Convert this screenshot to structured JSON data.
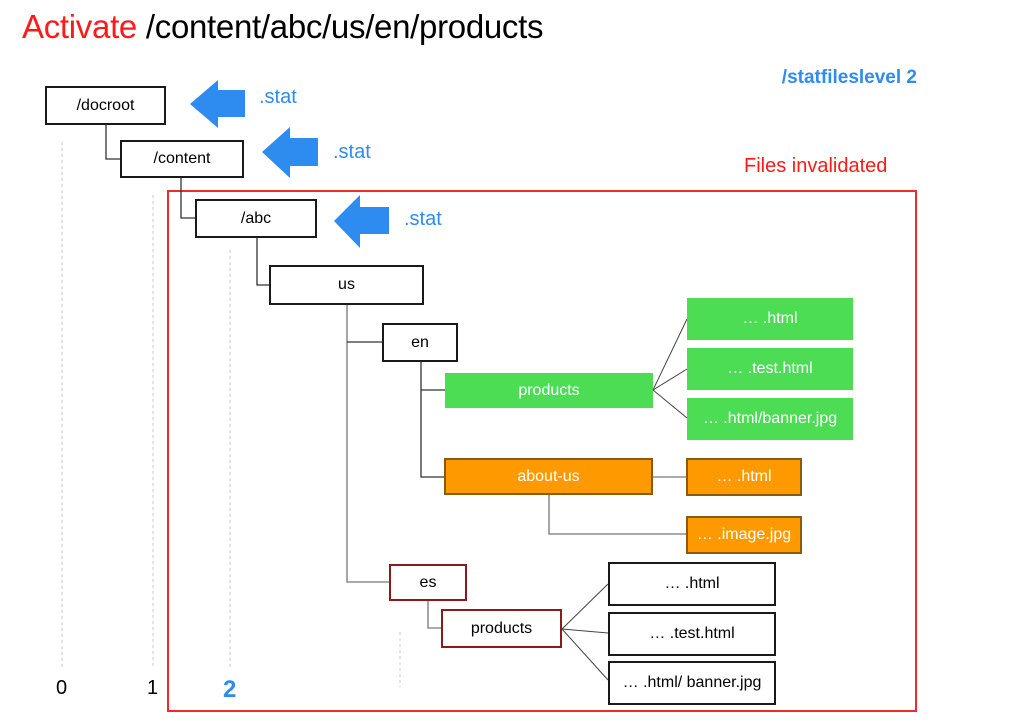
{
  "title": {
    "action": "Activate",
    "path": "/content/abc/us/en/products"
  },
  "statfiles_label": "/statfileslevel 2",
  "invalidated_label": "Files invalidated",
  "stat_markers": [
    {
      "icon": "left-arrow-icon",
      "label": ".stat",
      "target": "/docroot"
    },
    {
      "icon": "left-arrow-icon",
      "label": ".stat",
      "target": "/content"
    },
    {
      "icon": "left-arrow-icon",
      "label": ".stat",
      "target": "/abc"
    }
  ],
  "levels": [
    "0",
    "1",
    "2"
  ],
  "colors": {
    "accent_blue": "#2e8cf0",
    "invalid_red": "#ee2a2a",
    "green": "#4cdd55",
    "orange": "#ff9900"
  },
  "tree": {
    "docroot": "/docroot",
    "content": "/content",
    "abc": "/abc",
    "us": "us",
    "en": "en",
    "en_products": "products",
    "en_products_files": [
      "… .html",
      "… .test.html",
      "… .html/banner.jpg"
    ],
    "about_us": "about-us",
    "about_us_files": [
      "… .html",
      "… .image.jpg"
    ],
    "es": "es",
    "es_products": "products",
    "es_products_files": [
      "… .html",
      "… .test.html",
      "… .html/ banner.jpg"
    ]
  }
}
